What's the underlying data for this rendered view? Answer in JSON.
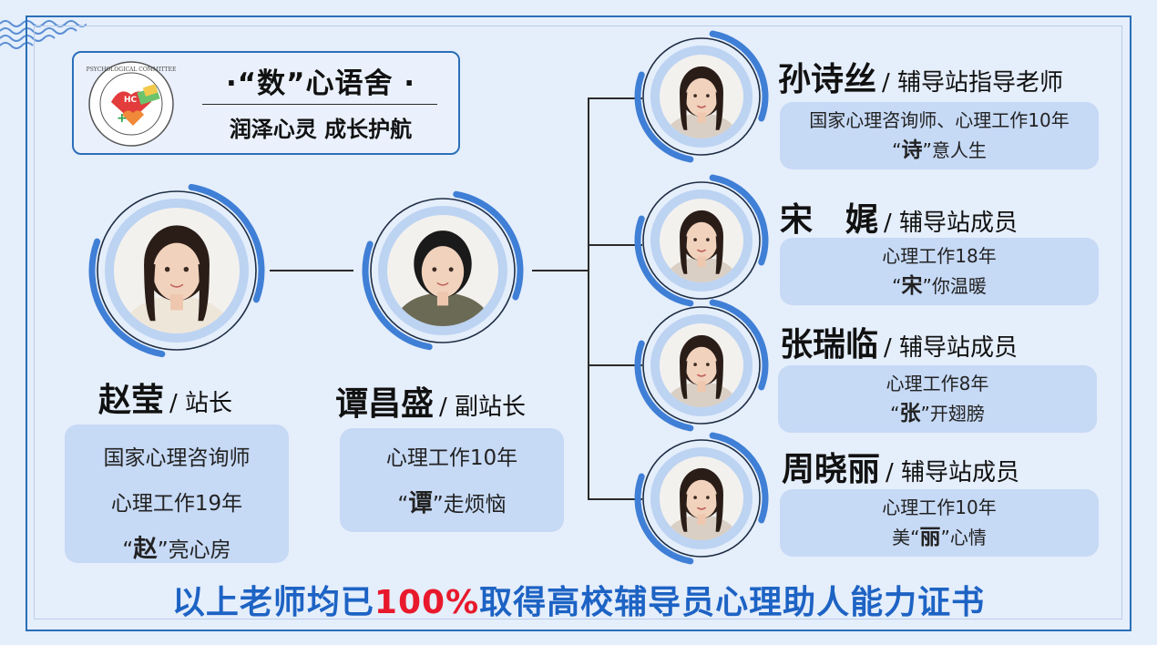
{
  "header": {
    "brand": "·“数”心语舍 ·",
    "slogan": "润泽心灵 成长护航",
    "logo_ring_text": "PSYCHOLOGICAL COMMITTEE"
  },
  "members": [
    {
      "name": "赵莹",
      "role": "/ 站长",
      "lines": [
        "国家心理咨询师",
        "心理工作19年"
      ],
      "motto_pre": "“",
      "motto_char": "赵",
      "motto_post": "”亮心房"
    },
    {
      "name": "谭昌盛",
      "role": "/ 副站长",
      "lines": [
        "心理工作10年"
      ],
      "motto_pre": "“",
      "motto_char": "谭",
      "motto_post": "”走烦恼"
    },
    {
      "name": "孙诗丝",
      "role": "/ 辅导站指导老师",
      "lines": [
        "国家心理咨询师、心理工作10年"
      ],
      "motto_pre": "“",
      "motto_char": "诗",
      "motto_post": "”意人生"
    },
    {
      "name": "宋　娓",
      "role": "/ 辅导站成员",
      "lines": [
        "心理工作18年"
      ],
      "motto_pre": "“",
      "motto_char": "宋",
      "motto_post": "”你温暖"
    },
    {
      "name": "张瑞临",
      "role": "/ 辅导站成员",
      "lines": [
        "心理工作8年"
      ],
      "motto_pre": "“",
      "motto_char": "张",
      "motto_post": "”开翅膀"
    },
    {
      "name": "周晓丽",
      "role": "/ 辅导站成员",
      "lines": [
        "心理工作10年"
      ],
      "motto_pre": "美“",
      "motto_char": "丽",
      "motto_post": "”心情"
    }
  ],
  "footer": {
    "pre": "以上老师均已",
    "pct": "100%",
    "post": "取得高校辅导员心理助人能力证书"
  },
  "colors": {
    "accent": "#2b6fb8",
    "card": "#c6d9f5",
    "footer": "#1d63c4",
    "highlight": "#e8192c"
  }
}
